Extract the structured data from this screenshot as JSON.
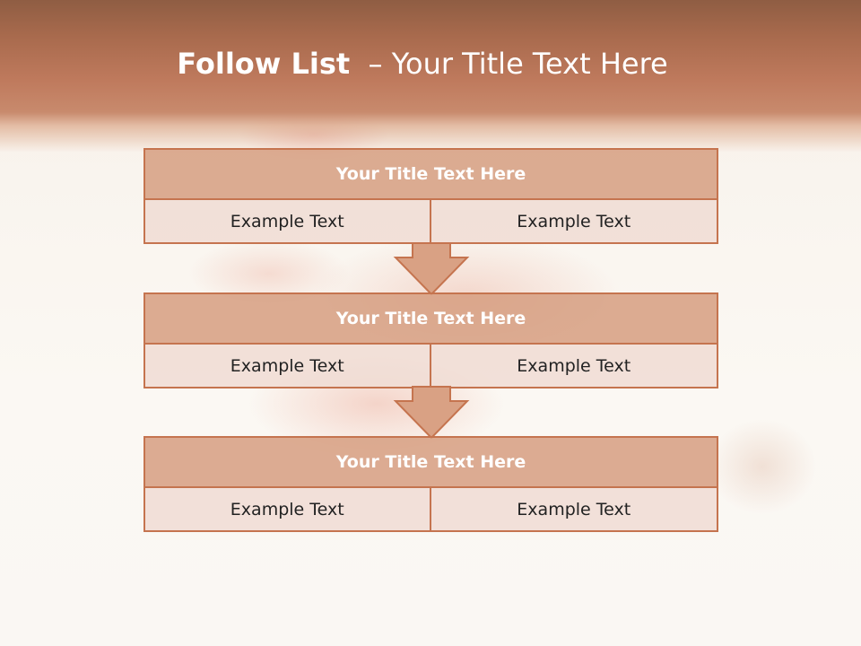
{
  "slide": {
    "title_bold": "Follow List",
    "title_rest": "– Your Title Text Here"
  },
  "steps": [
    {
      "title": "Your Title Text Here",
      "left": "Example Text",
      "right": "Example Text"
    },
    {
      "title": "Your Title Text Here",
      "left": "Example Text",
      "right": "Example Text"
    },
    {
      "title": "Your Title Text Here",
      "left": "Example Text",
      "right": "Example Text"
    }
  ],
  "colors": {
    "header": "#b87356",
    "block_title_fill": "#d69e80",
    "block_border": "#c5744f",
    "cell_fill": "#f0dcd4"
  }
}
